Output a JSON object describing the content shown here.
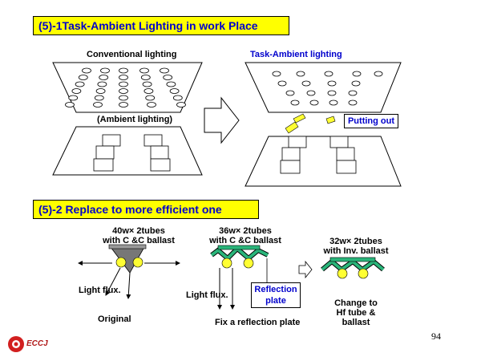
{
  "section1": {
    "title": "(5)-1Task-Ambient Lighting in work Place"
  },
  "conventional": {
    "label": "Conventional lighting",
    "sub_label": "(Ambient lighting)"
  },
  "task_ambient": {
    "label": "Task-Ambient lighting",
    "callout": "Putting out"
  },
  "section2": {
    "title": "(5)-2 Replace to more efficient one"
  },
  "fixtures": {
    "f1": {
      "spec_line1": "40w× 2tubes",
      "spec_line2": "with C &C ballast",
      "light_flux": "Light flux.",
      "caption": "Original"
    },
    "f2": {
      "spec_line1": "36w× 2tubes",
      "spec_line2": "with C &C ballast",
      "light_flux": "Light flux.",
      "callout_line1": "Reflection",
      "callout_line2": "plate",
      "caption": "Fix a reflection plate"
    },
    "f3": {
      "spec_line1": "32w× 2tubes",
      "spec_line2": "with Inv. ballast",
      "caption_line1": "Change to",
      "caption_line2": "Hf tube &",
      "caption_line3": "ballast"
    }
  },
  "footer": {
    "logo_text": "ECCJ",
    "page_number": "94"
  },
  "colors": {
    "banner_bg": "#ffff00",
    "title_text": "#0000cc",
    "reflector": "#2ab57a",
    "tube": "#ffff33"
  }
}
